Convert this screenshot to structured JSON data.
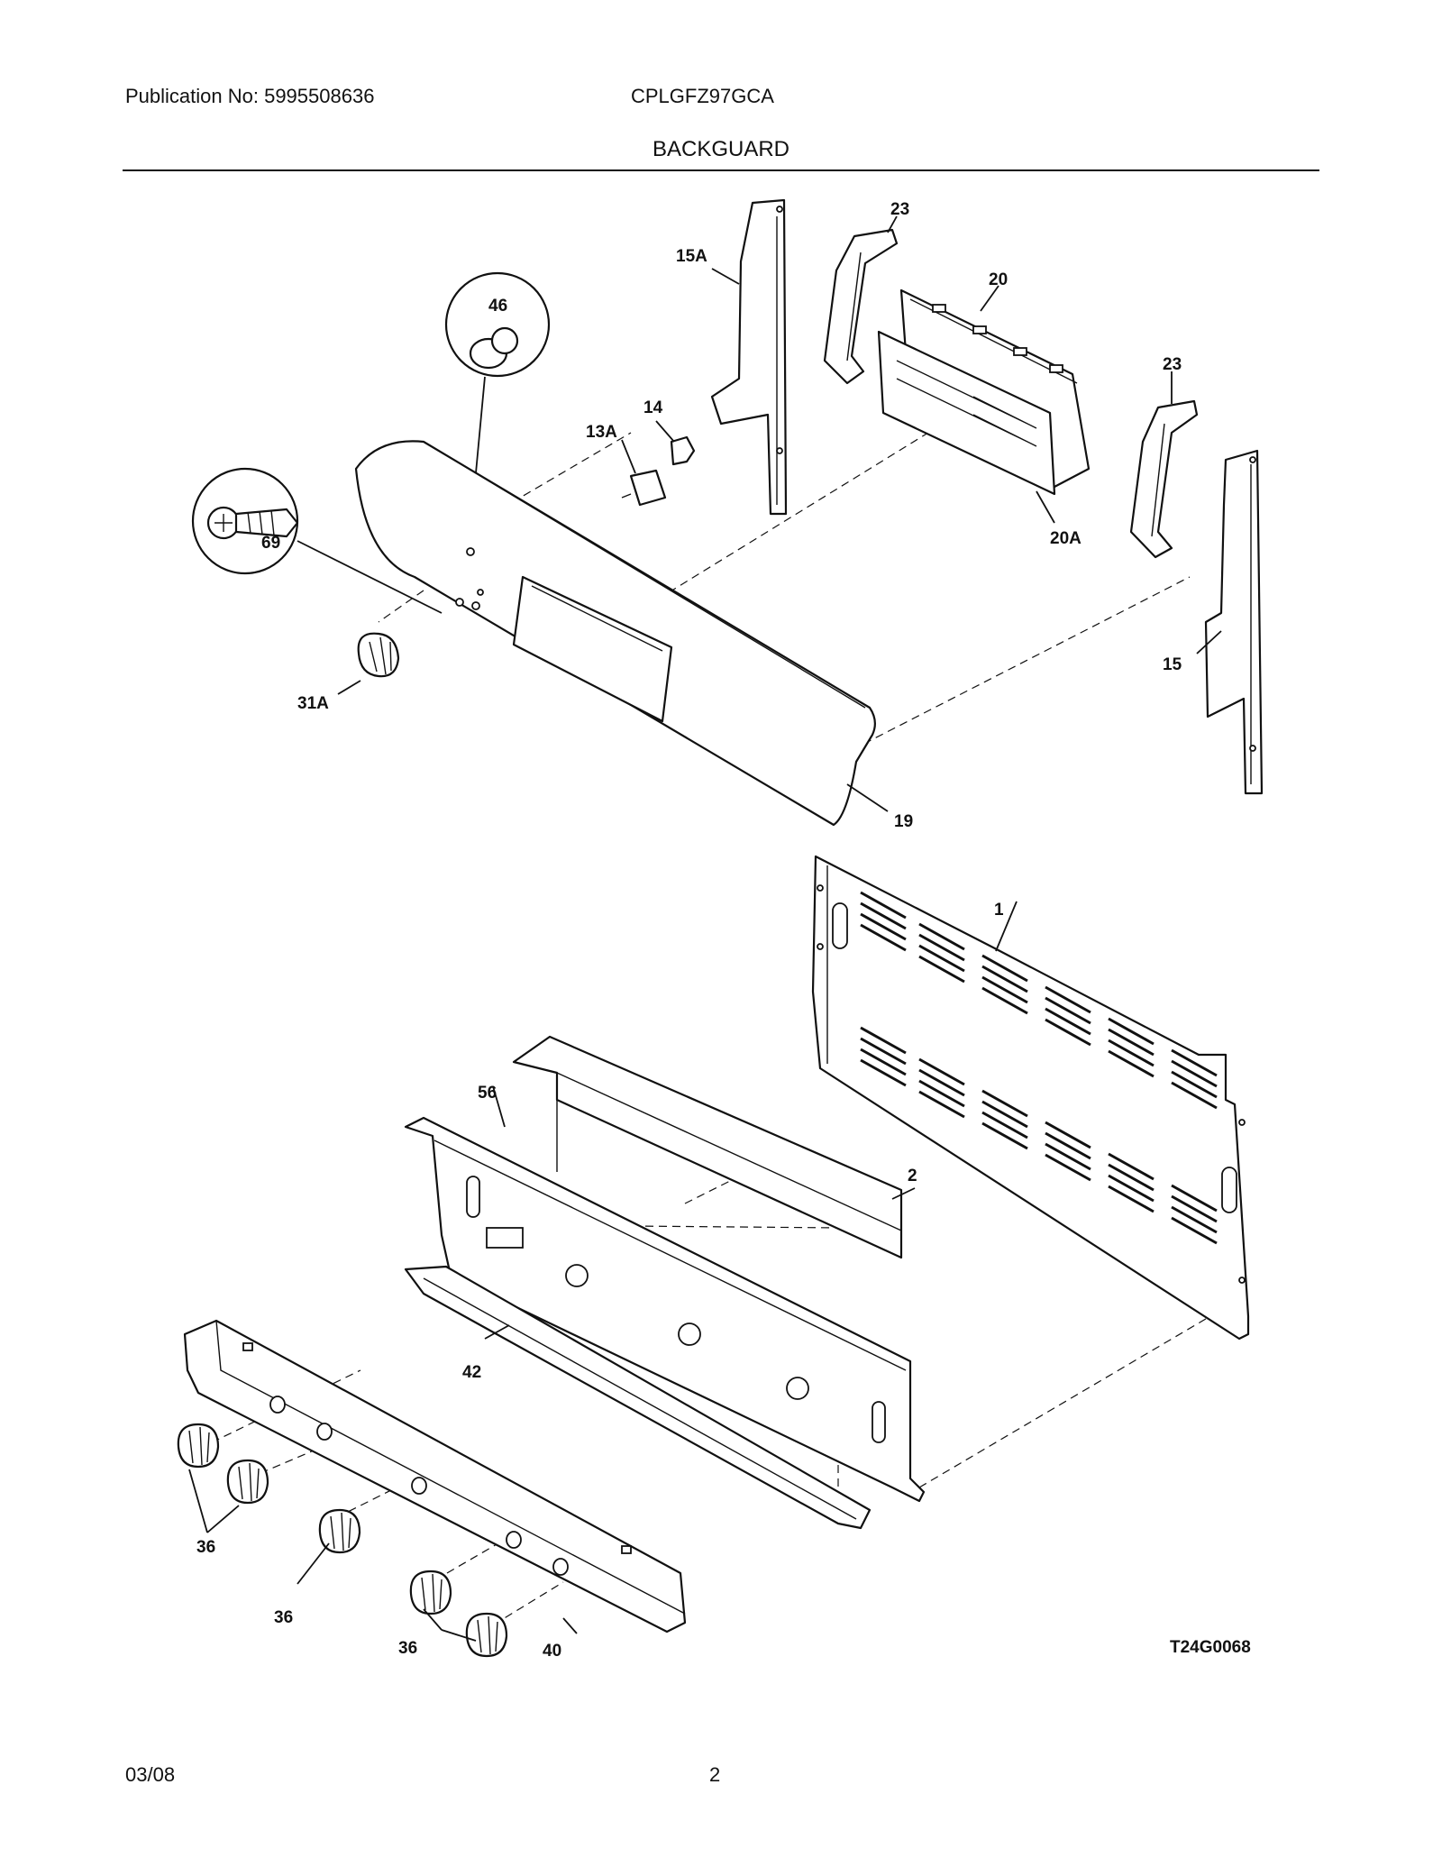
{
  "header": {
    "publication": "Publication No: 5995508636",
    "model": "CPLGFZ97GCA",
    "title": "BACKGUARD"
  },
  "diagram": {
    "callouts": {
      "p1": "1",
      "p2": "2",
      "p13A": "13A",
      "p14": "14",
      "p15": "15",
      "p15A": "15A",
      "p19": "19",
      "p20": "20",
      "p20A": "20A",
      "p23a": "23",
      "p23b": "23",
      "p31A": "31A",
      "p36a": "36",
      "p36b": "36",
      "p36c": "36",
      "p40": "40",
      "p42": "42",
      "p46": "46",
      "p56": "56",
      "p69": "69"
    },
    "diagram_code": "T24G0068"
  },
  "footer": {
    "date": "03/08",
    "page": "2"
  }
}
